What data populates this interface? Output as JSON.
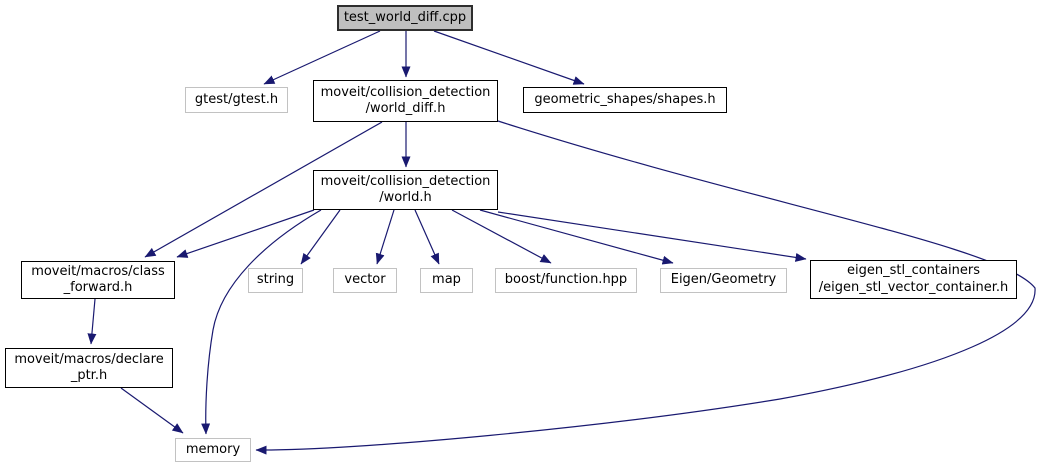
{
  "nodes": [
    {
      "id": "test_world_diff_cpp",
      "label": "test_world_diff.cpp",
      "kind": "root"
    },
    {
      "id": "gtest_gtest_h",
      "label": "gtest/gtest.h",
      "kind": "external"
    },
    {
      "id": "world_diff_h",
      "label": "moveit/collision_detection\n/world_diff.h",
      "kind": "internal"
    },
    {
      "id": "geometric_shapes_shapes_h",
      "label": "geometric_shapes/shapes.h",
      "kind": "internal"
    },
    {
      "id": "world_h",
      "label": "moveit/collision_detection\n/world.h",
      "kind": "internal"
    },
    {
      "id": "class_forward_h",
      "label": "moveit/macros/class\n_forward.h",
      "kind": "internal"
    },
    {
      "id": "string",
      "label": "string",
      "kind": "external"
    },
    {
      "id": "vector",
      "label": "vector",
      "kind": "external"
    },
    {
      "id": "map",
      "label": "map",
      "kind": "external"
    },
    {
      "id": "boost_function_hpp",
      "label": "boost/function.hpp",
      "kind": "external"
    },
    {
      "id": "eigen_geometry",
      "label": "Eigen/Geometry",
      "kind": "external"
    },
    {
      "id": "eigen_stl_vector_container_h",
      "label": "eigen_stl_containers\n/eigen_stl_vector_container.h",
      "kind": "internal"
    },
    {
      "id": "declare_ptr_h",
      "label": "moveit/macros/declare\n_ptr.h",
      "kind": "internal"
    },
    {
      "id": "memory",
      "label": "memory",
      "kind": "external"
    }
  ],
  "edges": [
    {
      "from": "test_world_diff_cpp",
      "to": "gtest_gtest_h"
    },
    {
      "from": "test_world_diff_cpp",
      "to": "world_diff_h"
    },
    {
      "from": "test_world_diff_cpp",
      "to": "geometric_shapes_shapes_h"
    },
    {
      "from": "world_diff_h",
      "to": "world_h"
    },
    {
      "from": "world_diff_h",
      "to": "class_forward_h"
    },
    {
      "from": "world_diff_h",
      "to": "memory"
    },
    {
      "from": "world_h",
      "to": "class_forward_h"
    },
    {
      "from": "world_h",
      "to": "string"
    },
    {
      "from": "world_h",
      "to": "vector"
    },
    {
      "from": "world_h",
      "to": "map"
    },
    {
      "from": "world_h",
      "to": "boost_function_hpp"
    },
    {
      "from": "world_h",
      "to": "eigen_geometry"
    },
    {
      "from": "world_h",
      "to": "eigen_stl_vector_container_h"
    },
    {
      "from": "world_h",
      "to": "memory"
    },
    {
      "from": "class_forward_h",
      "to": "declare_ptr_h"
    },
    {
      "from": "declare_ptr_h",
      "to": "memory"
    }
  ],
  "colors": {
    "edge": "#191970",
    "root_fill": "#bfbfbf",
    "internal_border": "#000000",
    "external_border": "#c2c2c2",
    "background": "#ffffff"
  }
}
